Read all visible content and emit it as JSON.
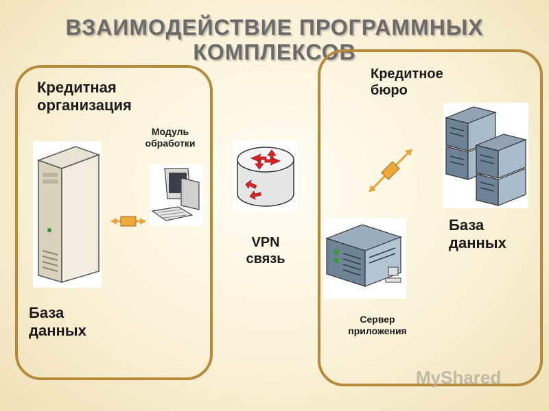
{
  "title": {
    "line1": "ВЗАИМОДЕЙСТВИЕ ПРОГРАММНЫХ",
    "line2": "КОМПЛЕКСОВ"
  },
  "left": {
    "org_line1": "Кредитная",
    "org_line2": "организация",
    "module_line1": "Модуль",
    "module_line2": "обработки",
    "db_line1": "База",
    "db_line2": "данных"
  },
  "center": {
    "vpn_line1": "VPN",
    "vpn_line2": "связь"
  },
  "right": {
    "bureau_line1": "Кредитное",
    "bureau_line2": "бюро",
    "db_line1": "База",
    "db_line2": "данных",
    "server_line1": "Сервер",
    "server_line2": "приложения"
  },
  "watermark": "MyShared",
  "colors": {
    "panel_border": "#b58a3c",
    "connector": "#e8a23a",
    "router_arrows": "#d9262a"
  }
}
